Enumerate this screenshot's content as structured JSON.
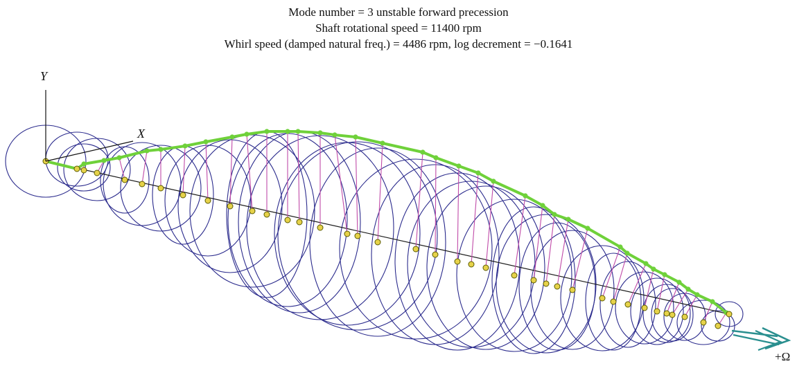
{
  "header": {
    "line1": "Mode number = 3 unstable forward precession",
    "line2": "Shaft rotational speed = 11400 rpm",
    "line3": "Whirl speed (damped natural freq.) = 4486 rpm, log decrement = −0.1641"
  },
  "axes": {
    "y_label": "Y",
    "x_label": "X",
    "omega_label": "+Ω"
  },
  "colors": {
    "orbit": "#2a2a8c",
    "shaft_axis": "#1a1a1a",
    "node_fill": "#e6d24a",
    "node_stroke": "#5a5a00",
    "deflected_shape": "#6fd13a",
    "connector": "#c04aa8",
    "rotation_arrow": "#2a8f8f"
  },
  "rotor_stations": 39,
  "rotation_arrow": "double-arrow"
}
